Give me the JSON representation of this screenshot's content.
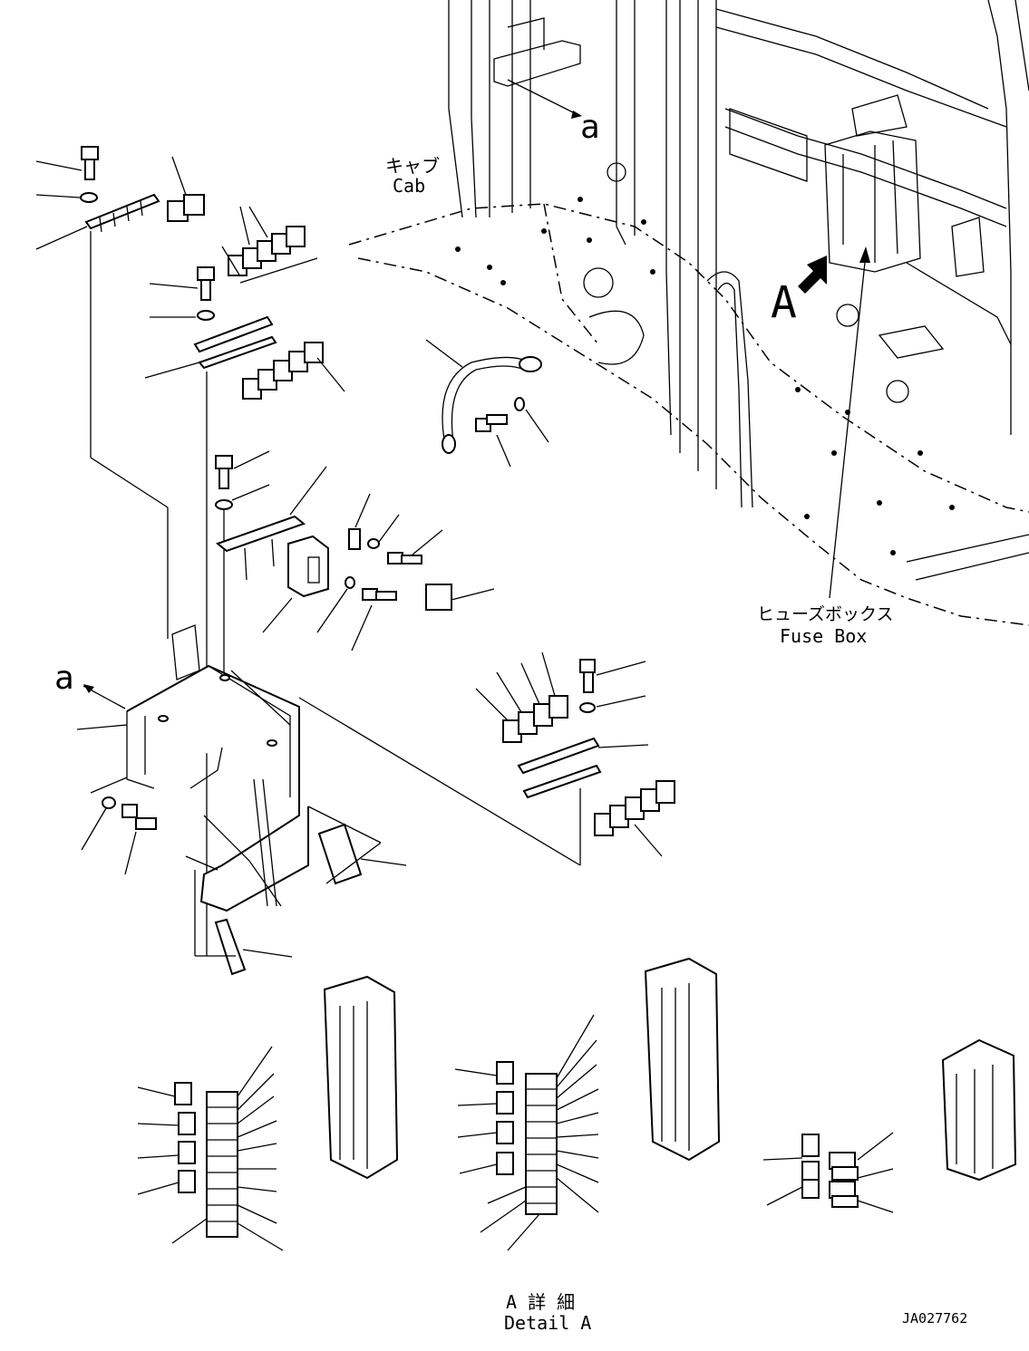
{
  "labels": {
    "cab_jp": "キャブ",
    "cab_en": "Cab",
    "fuse_box_jp": "ヒューズボックス",
    "fuse_box_en": "Fuse Box",
    "view_a": "A",
    "ref_a_top": "a",
    "ref_a_left": "a",
    "detail_jp": "A 詳 細",
    "detail_en": "Detail A",
    "drawing_no": "JA027762"
  }
}
